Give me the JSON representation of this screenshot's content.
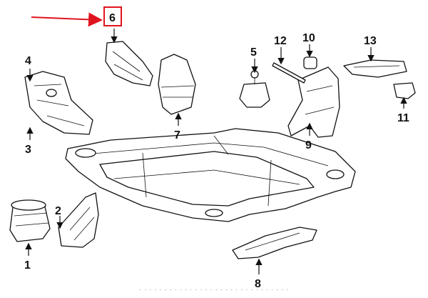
{
  "callouts": {
    "c1": "1",
    "c2": "2",
    "c3": "3",
    "c4": "4",
    "c5": "5",
    "c6": "6",
    "c7": "7",
    "c8": "8",
    "c9": "9",
    "c10": "10",
    "c11": "11",
    "c12": "12",
    "c13": "13"
  },
  "highlight": {
    "callout": "6",
    "box_color": "#e0141e",
    "arrow_color": "#e0141e"
  },
  "caption": "· · · · · · · · · · · · · · · · · · · · · · · · · · · · · ·"
}
